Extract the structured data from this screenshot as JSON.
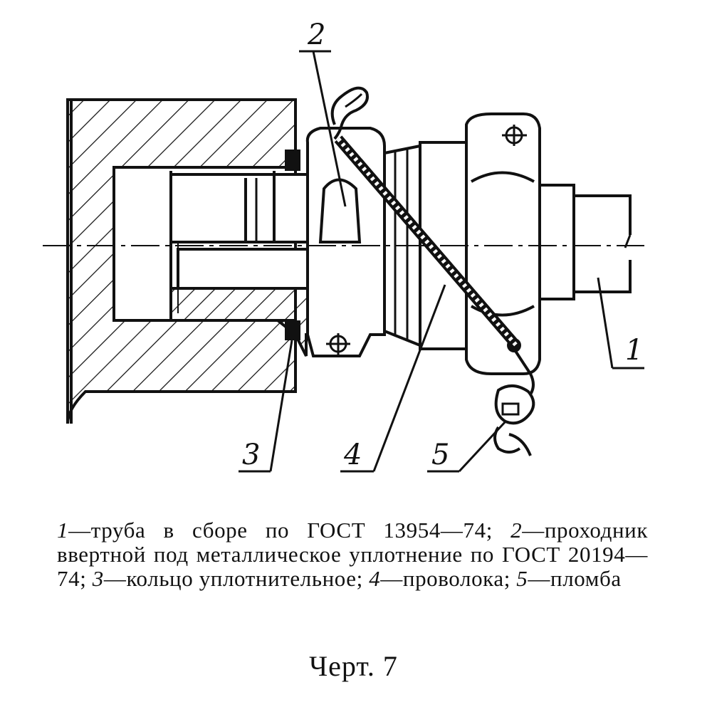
{
  "callouts": [
    "1",
    "2",
    "3",
    "4",
    "5"
  ],
  "legend": {
    "items": [
      {
        "num": "1",
        "text": "—труба в сборе по ГОСТ 13954—74; "
      },
      {
        "num": "2",
        "text": "—проходник ввертной под металлическое уплотнение по ГОСТ 20194—74; "
      },
      {
        "num": "3",
        "text": "—кольцо уплотнительное; "
      },
      {
        "num": "4",
        "text": "—проволока; "
      },
      {
        "num": "5",
        "text": "—пломба"
      }
    ]
  },
  "caption": "Черт. 7"
}
